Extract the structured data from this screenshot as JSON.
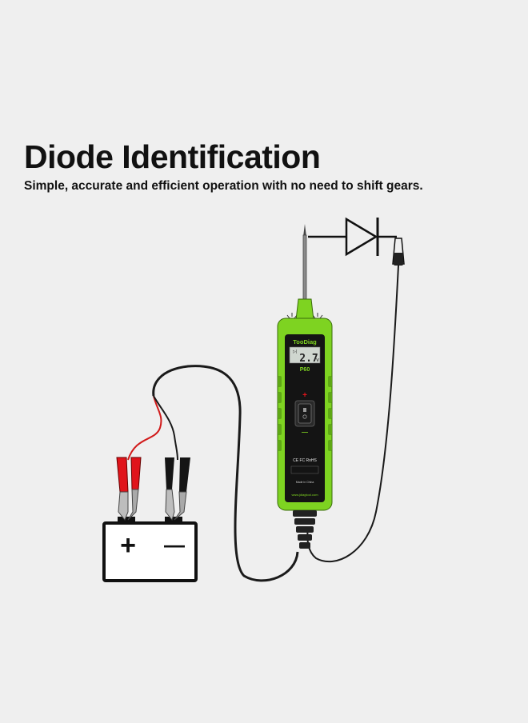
{
  "header": {
    "title": "Diode Identification",
    "subtitle": "Simple, accurate and efficient operation with no need to shift gears."
  },
  "device": {
    "brand": "TooDiag",
    "model": "P60",
    "display_reading": "2.7",
    "display_unit": "v",
    "plus_mark": "+",
    "minus_mark": "—",
    "cert_marks": "CE FC RoHS",
    "made_in": "Made in China",
    "website": "www.jdiagtool.com"
  },
  "battery": {
    "positive": "+",
    "negative": "—"
  },
  "colors": {
    "background": "#efefef",
    "device_green": "#7ed321",
    "device_black": "#141414",
    "clip_red": "#e0141b",
    "wire": "#1a1a1a"
  }
}
